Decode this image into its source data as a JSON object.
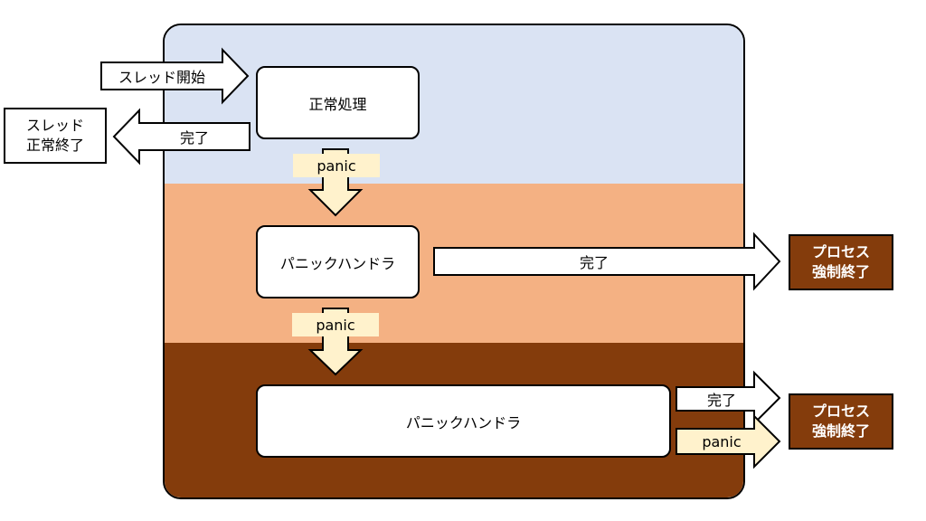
{
  "start_label": "スレッド開始",
  "normal_box": "正常処理",
  "normal_done_label": "完了",
  "thread_end_box": "スレッド\n正常終了",
  "panic_tag_1": "panic",
  "handler1_box": "パニックハンドラ",
  "handler1_done_label": "完了",
  "process_end_1": "プロセス\n強制終了",
  "panic_tag_2": "panic",
  "handler2_box": "パニックハンドラ",
  "handler2_done_label": "完了",
  "handler2_panic_label": "panic",
  "process_end_2": "プロセス\n強制終了",
  "colors": {
    "top_band": "#dae3f3",
    "middle_band": "#f4b183",
    "bottom_band": "#843c0c",
    "panic_fill": "#fff2cc"
  }
}
